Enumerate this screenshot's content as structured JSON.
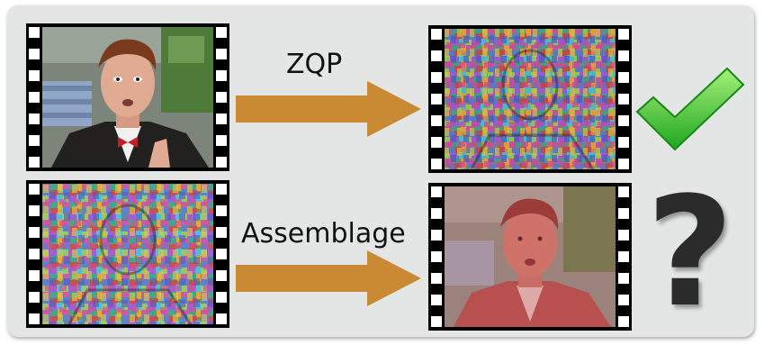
{
  "rows": [
    {
      "label": "ZQP",
      "input": "original video frame",
      "output": "scrambled frame",
      "result": "checkmark"
    },
    {
      "label": "Assemblage",
      "input": "scrambled frame",
      "output": "tinted frame",
      "result": "question-mark"
    }
  ],
  "result_symbols": {
    "question_mark": "?"
  },
  "colors": {
    "panel": "#e4e6e5",
    "arrow": "#c98a33",
    "check": "#3ec93e",
    "question": "#2b2b2b",
    "tint": "#c8605f"
  }
}
